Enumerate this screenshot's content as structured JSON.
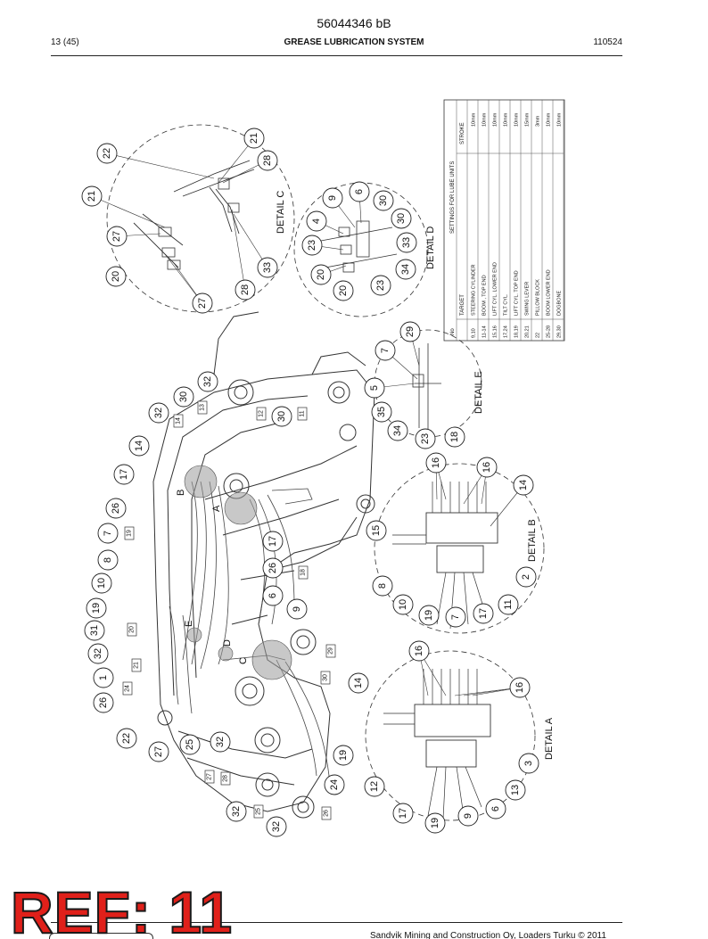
{
  "header": {
    "doc_number": "56044346 bB",
    "page_indicator": "13 (45)",
    "title": "GREASE LUBRICATION SYSTEM",
    "date_code": "110524"
  },
  "settings_table": {
    "heading": "SETTINGS FOR LUBE UNITS",
    "columns": [
      "No",
      "TARGET",
      "STROKE"
    ],
    "rows": [
      {
        "no": "9,10",
        "target": "STEERING CYLINDER",
        "stroke": "10mm"
      },
      {
        "no": "11-14",
        "target": "BOOM , TOP END",
        "stroke": "10mm"
      },
      {
        "no": "15,16",
        "target": "LIFT CYL. LOWER END",
        "stroke": "10mm"
      },
      {
        "no": "17,24",
        "target": "TILT CYL.",
        "stroke": "10mm"
      },
      {
        "no": "18,19",
        "target": "LIFT CYL. TOP END",
        "stroke": "10mm"
      },
      {
        "no": "20,21",
        "target": "SWING LEVER",
        "stroke": "15mm"
      },
      {
        "no": "22",
        "target": "PILLOW BLOCK",
        "stroke": "3mm"
      },
      {
        "no": "25-28",
        "target": "BOOM LOWER END",
        "stroke": "10mm"
      },
      {
        "no": "29,30",
        "target": "DOGBONE",
        "stroke": "10mm"
      }
    ]
  },
  "details": {
    "a": "DETAIL A",
    "b": "DETAIL B",
    "c": "DETAIL C",
    "d": "DETAIL D",
    "e": "DETAIL E"
  },
  "detail_letters": [
    "A",
    "B",
    "C",
    "D",
    "E"
  ],
  "callouts": {
    "detail_c": [
      "22",
      "21",
      "28",
      "21",
      "27",
      "20",
      "27",
      "28",
      "33"
    ],
    "detail_d": [
      "9",
      "6",
      "30",
      "4",
      "30",
      "23",
      "33",
      "20",
      "34",
      "20",
      "23"
    ],
    "detail_e": [
      "29",
      "7",
      "5",
      "35",
      "34",
      "23",
      "18"
    ],
    "main": [
      "32",
      "30",
      "32",
      "14",
      "17",
      "26",
      "7",
      "8",
      "10",
      "19",
      "31",
      "32",
      "1",
      "26",
      "22",
      "27",
      "25",
      "32",
      "32",
      "32",
      "19",
      "24",
      "17",
      "26",
      "6",
      "9",
      "30"
    ],
    "detail_b": [
      "16",
      "16",
      "14",
      "15",
      "8",
      "10",
      "19",
      "7",
      "17",
      "11",
      "2"
    ],
    "detail_a": [
      "16",
      "14",
      "16",
      "12",
      "17",
      "19",
      "9",
      "6",
      "13",
      "3"
    ]
  },
  "tags": [
    "14",
    "13",
    "12",
    "11",
    "19",
    "18",
    "20",
    "21",
    "24",
    "29",
    "30",
    "27",
    "28",
    "25",
    "26"
  ],
  "stamp": "REF: 11",
  "footer": "Sandvik Mining and Construction Oy, Loaders Turku © 2011"
}
